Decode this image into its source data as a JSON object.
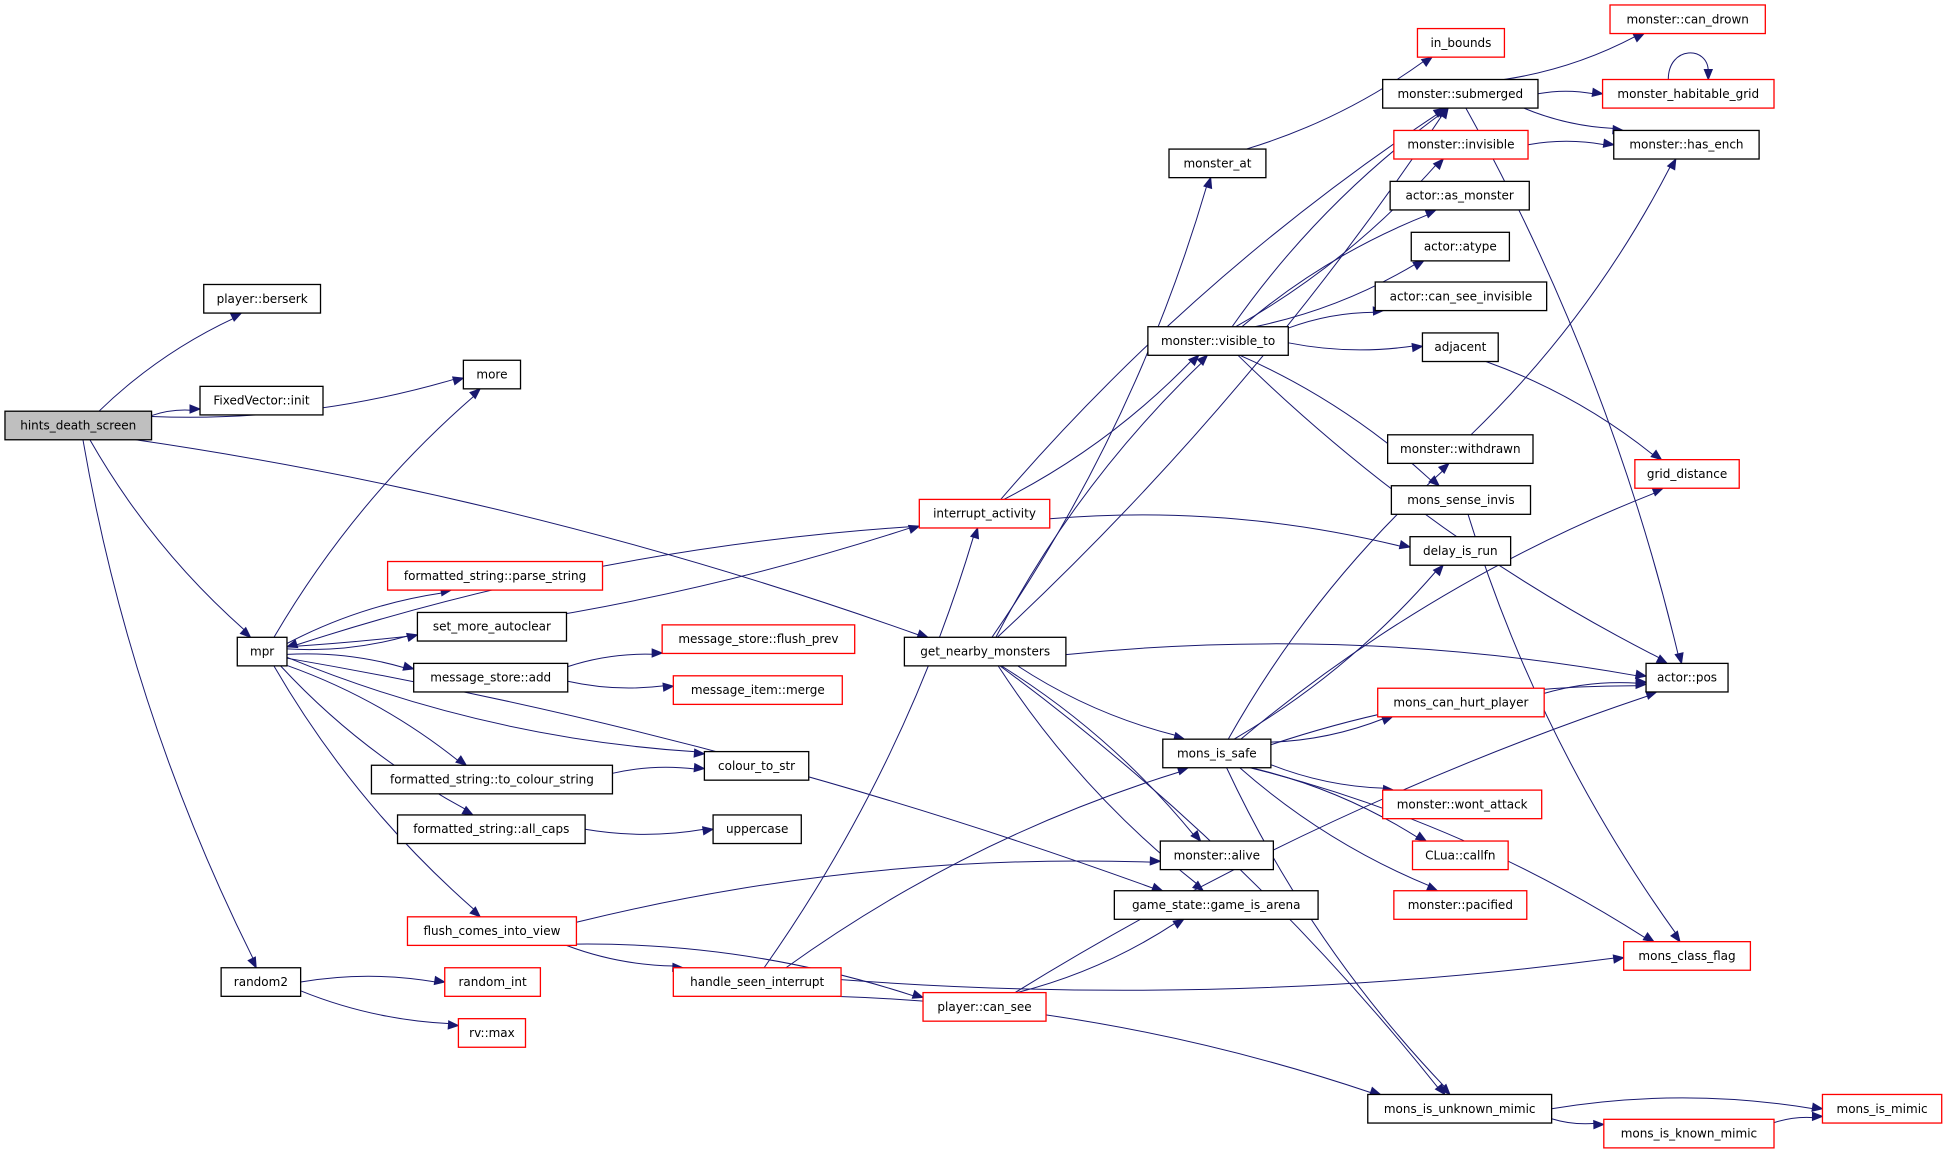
{
  "graph": {
    "edge_color": "#191970",
    "root_fill": "#bfbfbf",
    "partial_border": "#ff0000",
    "normal_border": "#000000",
    "nodes": [
      {
        "id": "hints_death_screen",
        "label": "hints_death_screen",
        "style": "root"
      },
      {
        "id": "player_berserk",
        "label": "player::berserk",
        "style": "normal"
      },
      {
        "id": "more",
        "label": "more",
        "style": "normal"
      },
      {
        "id": "fixedvector_init",
        "label": "FixedVector::init",
        "style": "normal"
      },
      {
        "id": "mpr",
        "label": "mpr",
        "style": "normal"
      },
      {
        "id": "random2",
        "label": "random2",
        "style": "normal"
      },
      {
        "id": "formatted_string_parse_string",
        "label": "formatted_string::parse_string",
        "style": "partial"
      },
      {
        "id": "set_more_autoclear",
        "label": "set_more_autoclear",
        "style": "normal"
      },
      {
        "id": "message_store_add",
        "label": "message_store::add",
        "style": "normal"
      },
      {
        "id": "formatted_string_to_colour_string",
        "label": "formatted_string::to_colour_string",
        "style": "normal"
      },
      {
        "id": "formatted_string_all_caps",
        "label": "formatted_string::all_caps",
        "style": "normal"
      },
      {
        "id": "flush_comes_into_view",
        "label": "flush_comes_into_view",
        "style": "partial"
      },
      {
        "id": "random_int",
        "label": "random_int",
        "style": "partial"
      },
      {
        "id": "rv_max",
        "label": "rv::max",
        "style": "partial"
      },
      {
        "id": "message_store_flush_prev",
        "label": "message_store::flush_prev",
        "style": "partial"
      },
      {
        "id": "message_item_merge",
        "label": "message_item::merge",
        "style": "partial"
      },
      {
        "id": "colour_to_str",
        "label": "colour_to_str",
        "style": "normal"
      },
      {
        "id": "uppercase",
        "label": "uppercase",
        "style": "normal"
      },
      {
        "id": "interrupt_activity",
        "label": "interrupt_activity",
        "style": "partial"
      },
      {
        "id": "get_nearby_monsters",
        "label": "get_nearby_monsters",
        "style": "normal"
      },
      {
        "id": "handle_seen_interrupt",
        "label": "handle_seen_interrupt",
        "style": "partial"
      },
      {
        "id": "player_can_see",
        "label": "player::can_see",
        "style": "partial"
      },
      {
        "id": "monster_at",
        "label": "monster_at",
        "style": "normal"
      },
      {
        "id": "monster_visible_to",
        "label": "monster::visible_to",
        "style": "normal"
      },
      {
        "id": "mons_is_safe",
        "label": "mons_is_safe",
        "style": "normal"
      },
      {
        "id": "monster_alive",
        "label": "monster::alive",
        "style": "normal"
      },
      {
        "id": "game_state_game_is_arena",
        "label": "game_state::game_is_arena",
        "style": "normal"
      },
      {
        "id": "in_bounds",
        "label": "in_bounds",
        "style": "partial"
      },
      {
        "id": "monster_submerged",
        "label": "monster::submerged",
        "style": "normal"
      },
      {
        "id": "monster_invisible",
        "label": "monster::invisible",
        "style": "partial"
      },
      {
        "id": "actor_as_monster",
        "label": "actor::as_monster",
        "style": "normal"
      },
      {
        "id": "actor_atype",
        "label": "actor::atype",
        "style": "normal"
      },
      {
        "id": "actor_can_see_invisible",
        "label": "actor::can_see_invisible",
        "style": "normal"
      },
      {
        "id": "adjacent",
        "label": "adjacent",
        "style": "normal"
      },
      {
        "id": "monster_withdrawn",
        "label": "monster::withdrawn",
        "style": "normal"
      },
      {
        "id": "mons_sense_invis",
        "label": "mons_sense_invis",
        "style": "normal"
      },
      {
        "id": "delay_is_run",
        "label": "delay_is_run",
        "style": "normal"
      },
      {
        "id": "mons_can_hurt_player",
        "label": "mons_can_hurt_player",
        "style": "partial"
      },
      {
        "id": "monster_wont_attack",
        "label": "monster::wont_attack",
        "style": "partial"
      },
      {
        "id": "clua_callfn",
        "label": "CLua::callfn",
        "style": "partial"
      },
      {
        "id": "monster_pacified",
        "label": "monster::pacified",
        "style": "partial"
      },
      {
        "id": "mons_is_unknown_mimic",
        "label": "mons_is_unknown_mimic",
        "style": "normal"
      },
      {
        "id": "monster_can_drown",
        "label": "monster::can_drown",
        "style": "partial"
      },
      {
        "id": "monster_habitable_grid",
        "label": "monster_habitable_grid",
        "style": "partial"
      },
      {
        "id": "monster_has_ench",
        "label": "monster::has_ench",
        "style": "normal"
      },
      {
        "id": "grid_distance",
        "label": "grid_distance",
        "style": "partial"
      },
      {
        "id": "actor_pos",
        "label": "actor::pos",
        "style": "normal"
      },
      {
        "id": "mons_class_flag",
        "label": "mons_class_flag",
        "style": "partial"
      },
      {
        "id": "mons_is_mimic",
        "label": "mons_is_mimic",
        "style": "partial"
      },
      {
        "id": "mons_is_known_mimic",
        "label": "mons_is_known_mimic",
        "style": "partial"
      }
    ],
    "edges": [
      [
        "hints_death_screen",
        "player_berserk"
      ],
      [
        "hints_death_screen",
        "more"
      ],
      [
        "hints_death_screen",
        "fixedvector_init"
      ],
      [
        "hints_death_screen",
        "mpr"
      ],
      [
        "hints_death_screen",
        "get_nearby_monsters"
      ],
      [
        "hints_death_screen",
        "random2"
      ],
      [
        "mpr",
        "more"
      ],
      [
        "mpr",
        "interrupt_activity"
      ],
      [
        "mpr",
        "formatted_string_parse_string"
      ],
      [
        "mpr",
        "set_more_autoclear"
      ],
      [
        "mpr",
        "message_store_add"
      ],
      [
        "mpr",
        "colour_to_str"
      ],
      [
        "mpr",
        "formatted_string_to_colour_string"
      ],
      [
        "mpr",
        "formatted_string_all_caps"
      ],
      [
        "mpr",
        "game_state_game_is_arena"
      ],
      [
        "mpr",
        "flush_comes_into_view"
      ],
      [
        "random2",
        "random_int"
      ],
      [
        "random2",
        "rv_max"
      ],
      [
        "message_store_add",
        "message_store_flush_prev"
      ],
      [
        "message_store_add",
        "message_item_merge"
      ],
      [
        "formatted_string_to_colour_string",
        "colour_to_str"
      ],
      [
        "formatted_string_all_caps",
        "uppercase"
      ],
      [
        "flush_comes_into_view",
        "monster_alive"
      ],
      [
        "flush_comes_into_view",
        "handle_seen_interrupt"
      ],
      [
        "flush_comes_into_view",
        "player_can_see"
      ],
      [
        "interrupt_activity",
        "mpr"
      ],
      [
        "interrupt_activity",
        "monster_submerged"
      ],
      [
        "interrupt_activity",
        "monster_visible_to"
      ],
      [
        "interrupt_activity",
        "delay_is_run"
      ],
      [
        "handle_seen_interrupt",
        "interrupt_activity"
      ],
      [
        "handle_seen_interrupt",
        "mons_is_safe"
      ],
      [
        "handle_seen_interrupt",
        "mons_class_flag"
      ],
      [
        "handle_seen_interrupt",
        "mons_is_unknown_mimic"
      ],
      [
        "player_can_see",
        "game_state_game_is_arena"
      ],
      [
        "player_can_see",
        "actor_pos"
      ],
      [
        "get_nearby_monsters",
        "monster_at"
      ],
      [
        "get_nearby_monsters",
        "monster_visible_to"
      ],
      [
        "get_nearby_monsters",
        "monster_submerged"
      ],
      [
        "get_nearby_monsters",
        "actor_pos"
      ],
      [
        "get_nearby_monsters",
        "mons_is_safe"
      ],
      [
        "get_nearby_monsters",
        "monster_alive"
      ],
      [
        "get_nearby_monsters",
        "game_state_game_is_arena"
      ],
      [
        "get_nearby_monsters",
        "mons_is_unknown_mimic"
      ],
      [
        "monster_at",
        "in_bounds"
      ],
      [
        "monster_visible_to",
        "monster_submerged"
      ],
      [
        "monster_visible_to",
        "monster_invisible"
      ],
      [
        "monster_visible_to",
        "actor_as_monster"
      ],
      [
        "monster_visible_to",
        "actor_atype"
      ],
      [
        "monster_visible_to",
        "actor_can_see_invisible"
      ],
      [
        "monster_visible_to",
        "adjacent"
      ],
      [
        "monster_visible_to",
        "mons_sense_invis"
      ],
      [
        "monster_visible_to",
        "actor_pos"
      ],
      [
        "mons_is_safe",
        "monster_withdrawn"
      ],
      [
        "mons_is_safe",
        "delay_is_run"
      ],
      [
        "mons_is_safe",
        "grid_distance"
      ],
      [
        "mons_is_safe",
        "mons_can_hurt_player"
      ],
      [
        "mons_is_safe",
        "actor_pos"
      ],
      [
        "mons_is_safe",
        "monster_wont_attack"
      ],
      [
        "mons_is_safe",
        "clua_callfn"
      ],
      [
        "mons_is_safe",
        "monster_pacified"
      ],
      [
        "mons_is_safe",
        "mons_class_flag"
      ],
      [
        "mons_is_safe",
        "mons_is_unknown_mimic"
      ],
      [
        "mons_can_hurt_player",
        "actor_pos"
      ],
      [
        "monster_submerged",
        "monster_can_drown"
      ],
      [
        "monster_submerged",
        "monster_habitable_grid"
      ],
      [
        "monster_submerged",
        "monster_has_ench"
      ],
      [
        "monster_submerged",
        "actor_pos"
      ],
      [
        "monster_habitable_grid",
        "monster_habitable_grid"
      ],
      [
        "monster_invisible",
        "monster_has_ench"
      ],
      [
        "monster_withdrawn",
        "monster_has_ench"
      ],
      [
        "adjacent",
        "grid_distance"
      ],
      [
        "mons_sense_invis",
        "mons_class_flag"
      ],
      [
        "mons_is_unknown_mimic",
        "mons_is_mimic"
      ],
      [
        "mons_is_unknown_mimic",
        "mons_is_known_mimic"
      ],
      [
        "mons_is_known_mimic",
        "mons_is_mimic"
      ]
    ]
  }
}
